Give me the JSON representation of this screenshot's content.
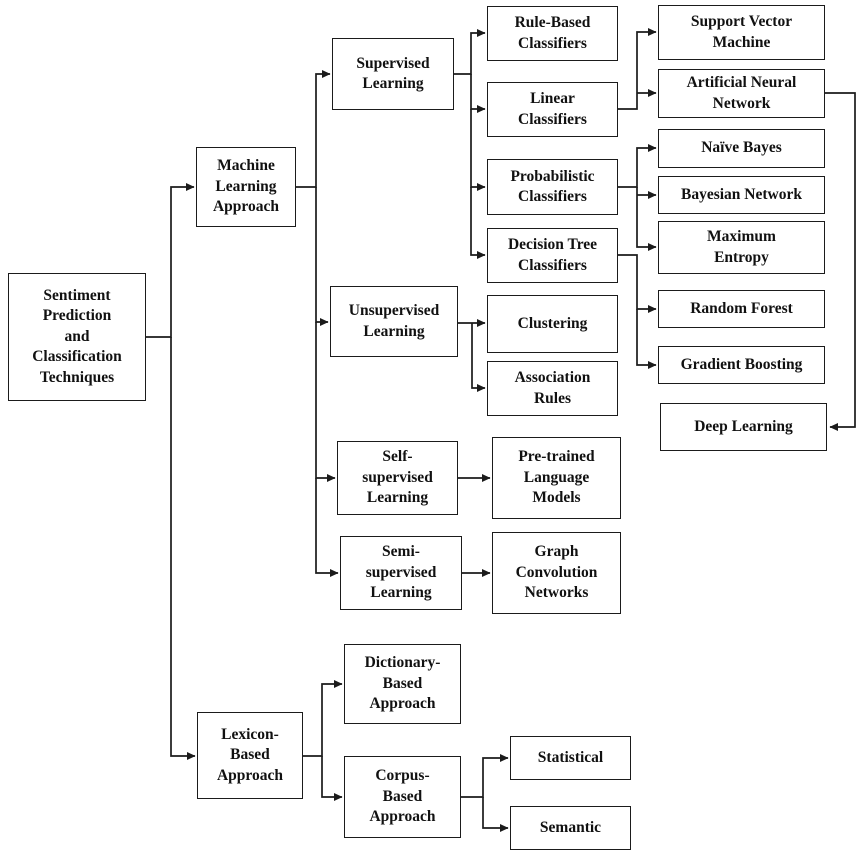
{
  "diagram": {
    "kind": "taxonomy-flowchart",
    "title": "Sentiment Prediction and Classification Techniques",
    "nodes": {
      "root": "Sentiment\nPrediction\nand\nClassification\nTechniques",
      "machine_learning": "Machine\nLearning\nApproach",
      "supervised": "Supervised\nLearning",
      "rule_based": "Rule-Based\nClassifiers",
      "linear": "Linear\nClassifiers",
      "probabilistic": "Probabilistic\nClassifiers",
      "decision_tree": "Decision Tree\nClassifiers",
      "support_vector_machine": "Support Vector\nMachine",
      "artificial_neural_network": "Artificial Neural\nNetwork",
      "naive_bayes": "Naïve Bayes",
      "bayesian_network": "Bayesian Network",
      "maximum_entropy": "Maximum\nEntropy",
      "random_forest": "Random Forest",
      "gradient_boosting": "Gradient Boosting",
      "deep_learning": "Deep Learning",
      "unsupervised": "Unsupervised\nLearning",
      "clustering": "Clustering",
      "association_rules": "Association\nRules",
      "self_supervised": "Self-\nsupervised\nLearning",
      "pretrained_language_models": "Pre-trained\nLanguage\nModels",
      "semi_supervised": "Semi-\nsupervised\nLearning",
      "graph_convolution_networks": "Graph\nConvolution\nNetworks",
      "lexicon_based": "Lexicon-\nBased\nApproach",
      "dictionary_based": "Dictionary-\nBased\nApproach",
      "corpus_based": "Corpus-\nBased\nApproach",
      "statistical": "Statistical",
      "semantic": "Semantic"
    },
    "edges": [
      {
        "from": "root",
        "to": "machine_learning"
      },
      {
        "from": "root",
        "to": "lexicon_based"
      },
      {
        "from": "machine_learning",
        "to": "supervised"
      },
      {
        "from": "machine_learning",
        "to": "unsupervised"
      },
      {
        "from": "machine_learning",
        "to": "self_supervised"
      },
      {
        "from": "machine_learning",
        "to": "semi_supervised"
      },
      {
        "from": "supervised",
        "to": "rule_based"
      },
      {
        "from": "supervised",
        "to": "linear"
      },
      {
        "from": "supervised",
        "to": "probabilistic"
      },
      {
        "from": "supervised",
        "to": "decision_tree"
      },
      {
        "from": "linear",
        "to": "support_vector_machine"
      },
      {
        "from": "linear",
        "to": "artificial_neural_network"
      },
      {
        "from": "probabilistic",
        "to": "naive_bayes"
      },
      {
        "from": "probabilistic",
        "to": "bayesian_network"
      },
      {
        "from": "probabilistic",
        "to": "maximum_entropy"
      },
      {
        "from": "decision_tree",
        "to": "random_forest"
      },
      {
        "from": "decision_tree",
        "to": "gradient_boosting"
      },
      {
        "from": "artificial_neural_network",
        "to": "deep_learning"
      },
      {
        "from": "unsupervised",
        "to": "clustering"
      },
      {
        "from": "unsupervised",
        "to": "association_rules"
      },
      {
        "from": "self_supervised",
        "to": "pretrained_language_models"
      },
      {
        "from": "semi_supervised",
        "to": "graph_convolution_networks"
      },
      {
        "from": "lexicon_based",
        "to": "dictionary_based"
      },
      {
        "from": "lexicon_based",
        "to": "corpus_based"
      },
      {
        "from": "corpus_based",
        "to": "statistical"
      },
      {
        "from": "corpus_based",
        "to": "semantic"
      }
    ],
    "colors": {
      "background": "#ffffff",
      "box_border": "#1b1b1b",
      "text": "#111111",
      "line": "#1b1b1b"
    }
  }
}
